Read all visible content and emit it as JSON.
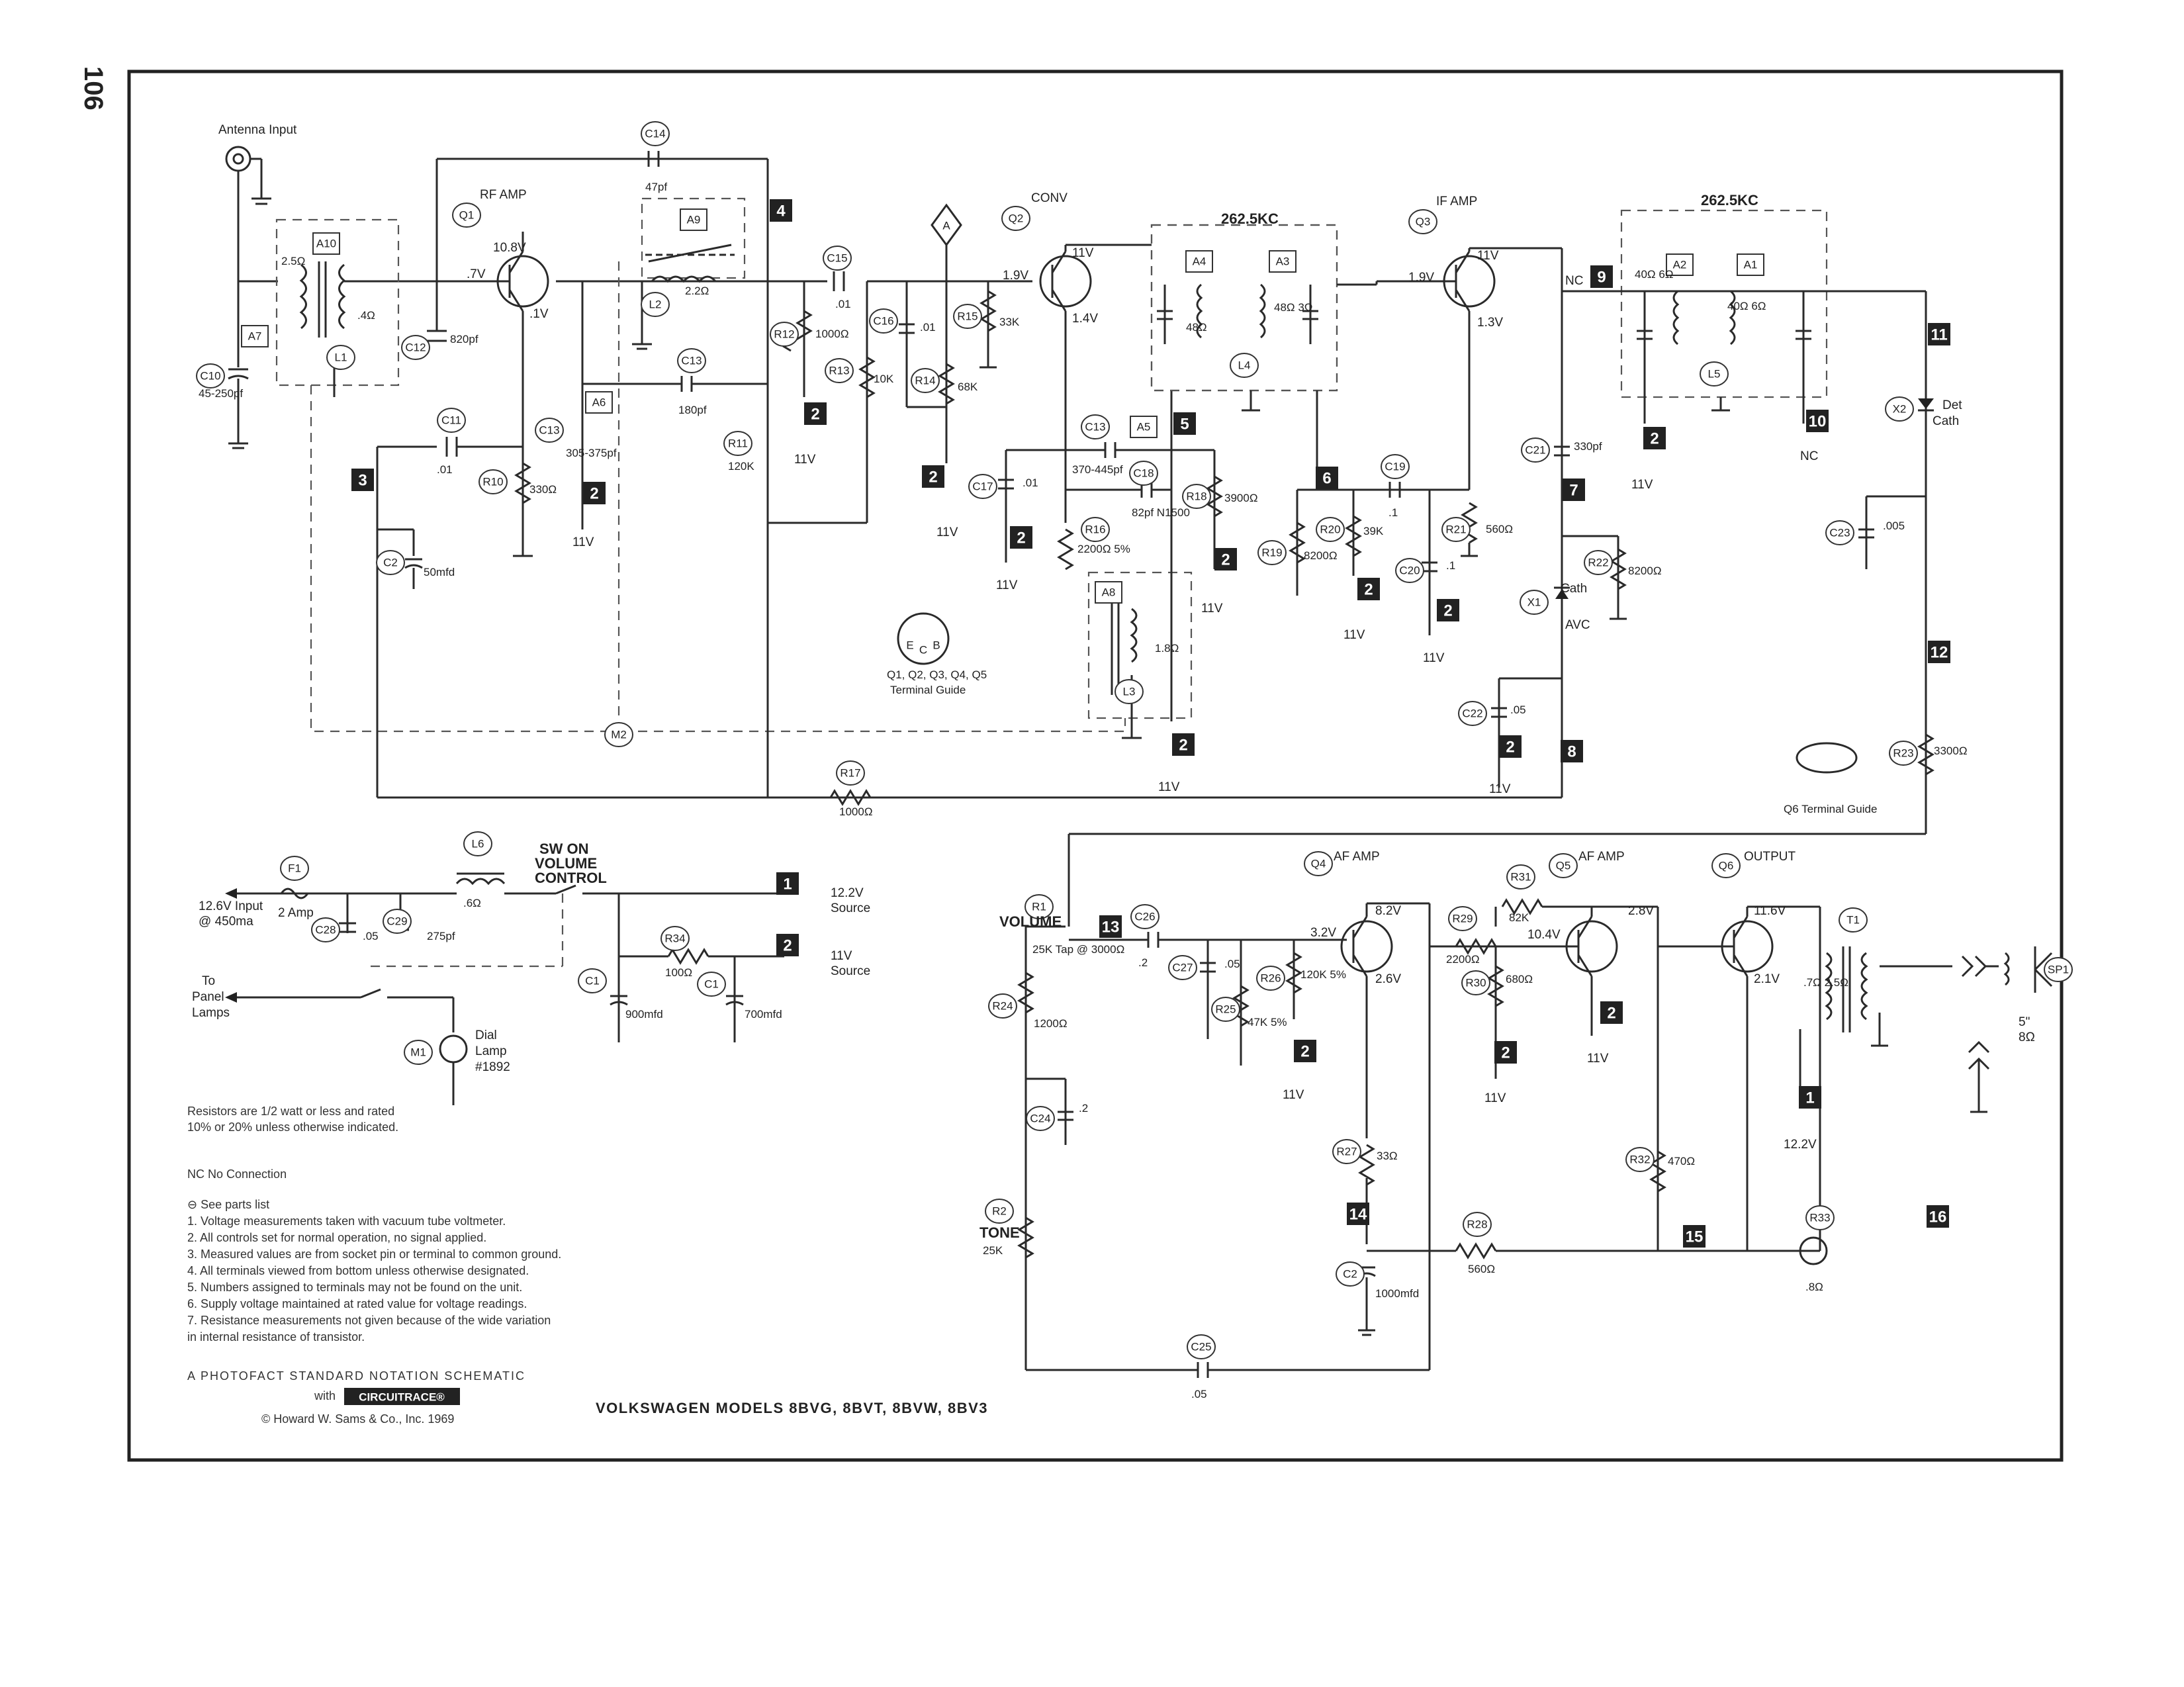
{
  "page_number": "106",
  "title": "VOLKSWAGEN MODELS 8BVG, 8BVT, 8BVW, 8BV3",
  "publisher_line1": "A PHOTOFACT STANDARD NOTATION SCHEMATIC",
  "publisher_with": "with",
  "publisher_brand": "CIRCUITRACE®",
  "publisher_copyright": "© Howard W. Sams & Co., Inc. 1969",
  "stage_labels": {
    "q1": "RF AMP",
    "q2": "CONV",
    "q3": "IF AMP",
    "q4": "AF AMP",
    "q5": "AF AMP",
    "q6": "OUTPUT",
    "if1": "262.5KC",
    "if2": "262.5KC",
    "antenna": "Antenna Input"
  },
  "notes": {
    "resistors_1": "Resistors are 1/2 watt or less and rated",
    "resistors_2": "10% or 20% unless otherwise indicated.",
    "nc": "NC   No Connection",
    "items": [
      "⊖   See parts list",
      "1.   Voltage measurements taken with vacuum tube voltmeter.",
      "2.   All controls set for normal operation, no signal applied.",
      "3.   Measured values are from socket pin or terminal to common ground.",
      "4.   All terminals viewed from bottom unless otherwise designated.",
      "5.   Numbers assigned to terminals may not be found on the unit.",
      "6.   Supply voltage maintained at rated value for voltage readings.",
      "7.   Resistance measurements not given because of the wide variation",
      "      in internal resistance of transistor."
    ]
  },
  "power": {
    "input": "12.6V Input",
    "input_current": "@ 450ma",
    "fuse": "2 Amp",
    "to_panel_1": "To",
    "to_panel_2": "Panel",
    "to_panel_3": "Lamps",
    "dial_1": "Dial",
    "dial_2": "Lamp",
    "dial_3": "#1892",
    "sw_1": "SW ON",
    "sw_2": "VOLUME",
    "sw_3": "CONTROL",
    "src1_v": "12.2V",
    "src1_l": "Source",
    "src2_v": "11V",
    "src2_l": "Source"
  },
  "terminal_guide_1": "Q1, Q2, Q3, Q4, Q5",
  "terminal_guide_2": "Terminal Guide",
  "q6_guide": "Q6 Terminal Guide",
  "speaker_1": "5\"",
  "speaker_2": "8Ω",
  "volume_label": "VOLUME",
  "tone_label": "TONE",
  "nc_label": "NC",
  "det_1": "Det",
  "det_2": "Cath",
  "avc_1": "Cath",
  "avc_2": "AVC",
  "components": [
    {
      "id": "C10",
      "value": "45-250pf"
    },
    {
      "id": "A7",
      "value": ""
    },
    {
      "id": "A10",
      "value": "2.5Ω"
    },
    {
      "id": "L1",
      "value": ".4Ω"
    },
    {
      "id": "C12",
      "value": "820pf"
    },
    {
      "id": "Q1",
      "value": ""
    },
    {
      "id": "C14",
      "value": "47pf"
    },
    {
      "id": "A9",
      "value": ""
    },
    {
      "id": "L2",
      "value": "2.2Ω"
    },
    {
      "id": "C13B",
      "value": "180pf"
    },
    {
      "id": "C11",
      "value": ".01"
    },
    {
      "id": "R10",
      "value": "330Ω"
    },
    {
      "id": "C2A",
      "value": "50mfd"
    },
    {
      "id": "C13A",
      "value": "305-375pf"
    },
    {
      "id": "A6",
      "value": ""
    },
    {
      "id": "C15",
      "value": ".01"
    },
    {
      "id": "R12",
      "value": "1000Ω"
    },
    {
      "id": "R13",
      "value": "10K"
    },
    {
      "id": "R11",
      "value": "120K"
    },
    {
      "id": "C16",
      "value": ".01"
    },
    {
      "id": "R14",
      "value": "68K"
    },
    {
      "id": "R15",
      "value": "33K"
    },
    {
      "id": "Q2",
      "value": ""
    },
    {
      "id": "C17",
      "value": ".01"
    },
    {
      "id": "C13C",
      "value": "370-445pf"
    },
    {
      "id": "A5",
      "value": ""
    },
    {
      "id": "C18",
      "value": "82pf N1500"
    },
    {
      "id": "R16",
      "value": "2200Ω 5%"
    },
    {
      "id": "R18",
      "value": "3900Ω"
    },
    {
      "id": "A8",
      "value": ""
    },
    {
      "id": "L3",
      "value": "1.8Ω"
    },
    {
      "id": "A4",
      "value": "48Ω"
    },
    {
      "id": "A3",
      "value": "48Ω 3Ω"
    },
    {
      "id": "L4",
      "value": ""
    },
    {
      "id": "Q3",
      "value": ""
    },
    {
      "id": "R19",
      "value": "8200Ω"
    },
    {
      "id": "R20",
      "value": "39K"
    },
    {
      "id": "C19",
      "value": ".1"
    },
    {
      "id": "C20",
      "value": ".1"
    },
    {
      "id": "R21",
      "value": "560Ω"
    },
    {
      "id": "C21",
      "value": "330pf"
    },
    {
      "id": "R22",
      "value": "8200Ω"
    },
    {
      "id": "X1",
      "value": ""
    },
    {
      "id": "C22",
      "value": ".05"
    },
    {
      "id": "A2",
      "value": "40Ω 6Ω"
    },
    {
      "id": "A1",
      "value": "40Ω 6Ω"
    },
    {
      "id": "L5",
      "value": ""
    },
    {
      "id": "X2",
      "value": ""
    },
    {
      "id": "C23",
      "value": ".005"
    },
    {
      "id": "R23",
      "value": "3300Ω"
    },
    {
      "id": "R17",
      "value": "1000Ω"
    },
    {
      "id": "M2",
      "value": ""
    },
    {
      "id": "F1",
      "value": "2 Amp"
    },
    {
      "id": "C28",
      "value": ".05"
    },
    {
      "id": "C29",
      "value": "275pf"
    },
    {
      "id": "L6",
      "value": ".6Ω"
    },
    {
      "id": "R34",
      "value": "100Ω"
    },
    {
      "id": "C1A",
      "value": "900mfd"
    },
    {
      "id": "C1B",
      "value": "700mfd"
    },
    {
      "id": "M1",
      "value": ""
    },
    {
      "id": "R1",
      "value": "25K Tap @ 3000Ω"
    },
    {
      "id": "C26",
      "value": ".2"
    },
    {
      "id": "C27",
      "value": ".05"
    },
    {
      "id": "R25",
      "value": "47K 5%"
    },
    {
      "id": "R26",
      "value": "120K 5%"
    },
    {
      "id": "Q4",
      "value": ""
    },
    {
      "id": "R24",
      "value": "1200Ω"
    },
    {
      "id": "C24",
      "value": ".2"
    },
    {
      "id": "R2",
      "value": "25K"
    },
    {
      "id": "R27",
      "value": "33Ω"
    },
    {
      "id": "C2B",
      "value": "1000mfd"
    },
    {
      "id": "C25",
      "value": ".05"
    },
    {
      "id": "R29",
      "value": "2200Ω"
    },
    {
      "id": "R31",
      "value": "82K"
    },
    {
      "id": "R30",
      "value": "680Ω"
    },
    {
      "id": "Q5",
      "value": ""
    },
    {
      "id": "R28",
      "value": "560Ω"
    },
    {
      "id": "R32",
      "value": "470Ω"
    },
    {
      "id": "Q6",
      "value": ""
    },
    {
      "id": "R33",
      "value": ".8Ω"
    },
    {
      "id": "T1",
      "value": ".7Ω 2.5Ω"
    },
    {
      "id": "SP1",
      "value": ""
    }
  ],
  "voltages": {
    "q1_c": "10.8V",
    "q1_b": ".7V",
    "q1_e": ".1V",
    "q2_c": "11V",
    "q2_b": "1.9V",
    "q2_e": "1.4V",
    "q3_c": "11V",
    "q3_b": "1.9V",
    "q3_e": "1.3V",
    "q4_c": "8.2V",
    "q4_b": "3.2V",
    "q4_e": "2.6V",
    "q5_c": "2.8V",
    "q5_b": "10.4V",
    "q6_c": "11.6V",
    "q6_e": "2.1V",
    "supply": "11V",
    "supply_12": "12.2V"
  },
  "terminals": [
    "1",
    "2",
    "3",
    "4",
    "5",
    "6",
    "7",
    "8",
    "9",
    "10",
    "11",
    "12",
    "13",
    "14",
    "15",
    "16"
  ]
}
